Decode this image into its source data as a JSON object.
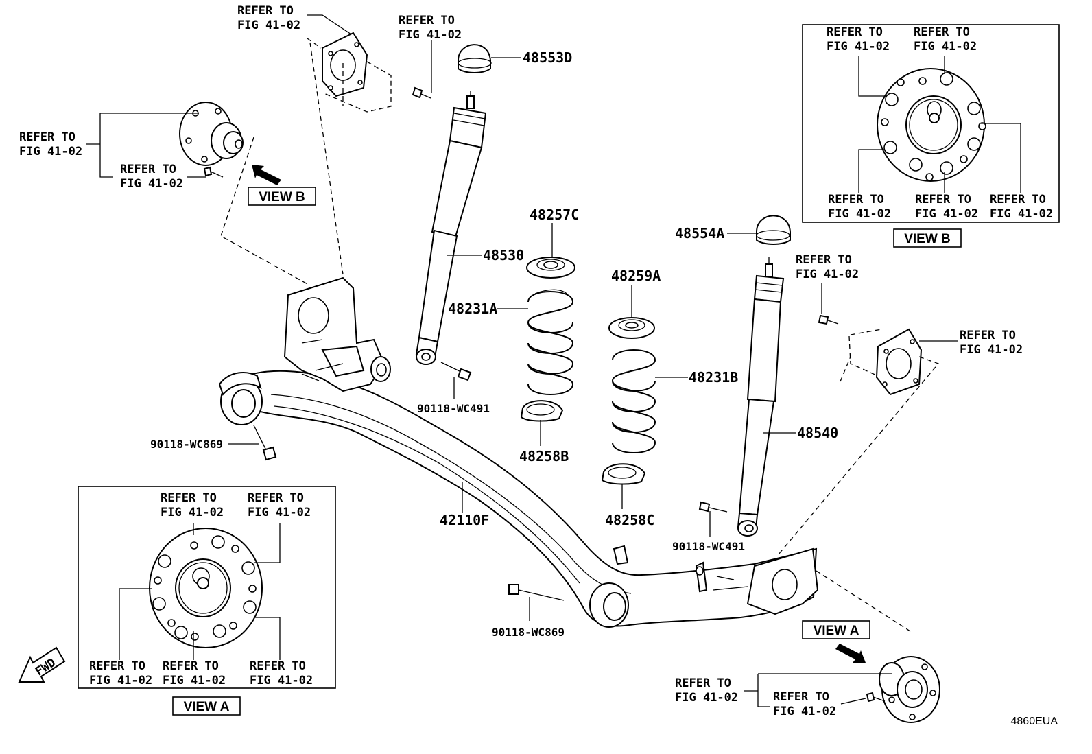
{
  "refer": {
    "line1": "REFER TO",
    "line2": "FIG 41-02"
  },
  "parts": {
    "p48553D": "48553D",
    "p48530": "48530",
    "p48257C": "48257C",
    "p48231A": "48231A",
    "p48258B": "48258B",
    "p48259A": "48259A",
    "p48231B": "48231B",
    "p48258C": "48258C",
    "p48554A": "48554A",
    "p48540": "48540",
    "p42110F": "42110F",
    "bolt_wc491_left": "90118-WC491",
    "bolt_wc491_right": "90118-WC491",
    "bolt_wc869_left": "90118-WC869",
    "bolt_wc869_right": "90118-WC869"
  },
  "views": {
    "view_a": "VIEW A",
    "view_b": "VIEW B"
  },
  "fwd": "FWD",
  "diagram_code": "4860EUA"
}
